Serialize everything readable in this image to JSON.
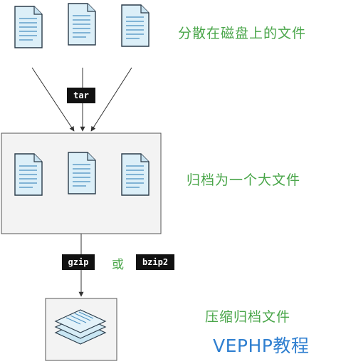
{
  "labels": {
    "scattered_files": "分散在磁盘上的文件",
    "archive": "归档为一个大文件",
    "compressed": "压缩归档文件"
  },
  "commands": {
    "tar": "tar",
    "gzip": "gzip",
    "or": "或",
    "bzip2": "bzip2"
  },
  "watermark": "VEPHP教程",
  "colors": {
    "label_green": "#4aa64a",
    "doc_fill": "#dceff8",
    "doc_stroke": "#2b3c4a",
    "doc_lines": "#4a8fc0",
    "box_fill": "#f3f3f3",
    "command_bg": "#111111",
    "watermark_blue": "#2f7fd0"
  },
  "icons": [
    "document-icon",
    "document-stack-icon"
  ]
}
